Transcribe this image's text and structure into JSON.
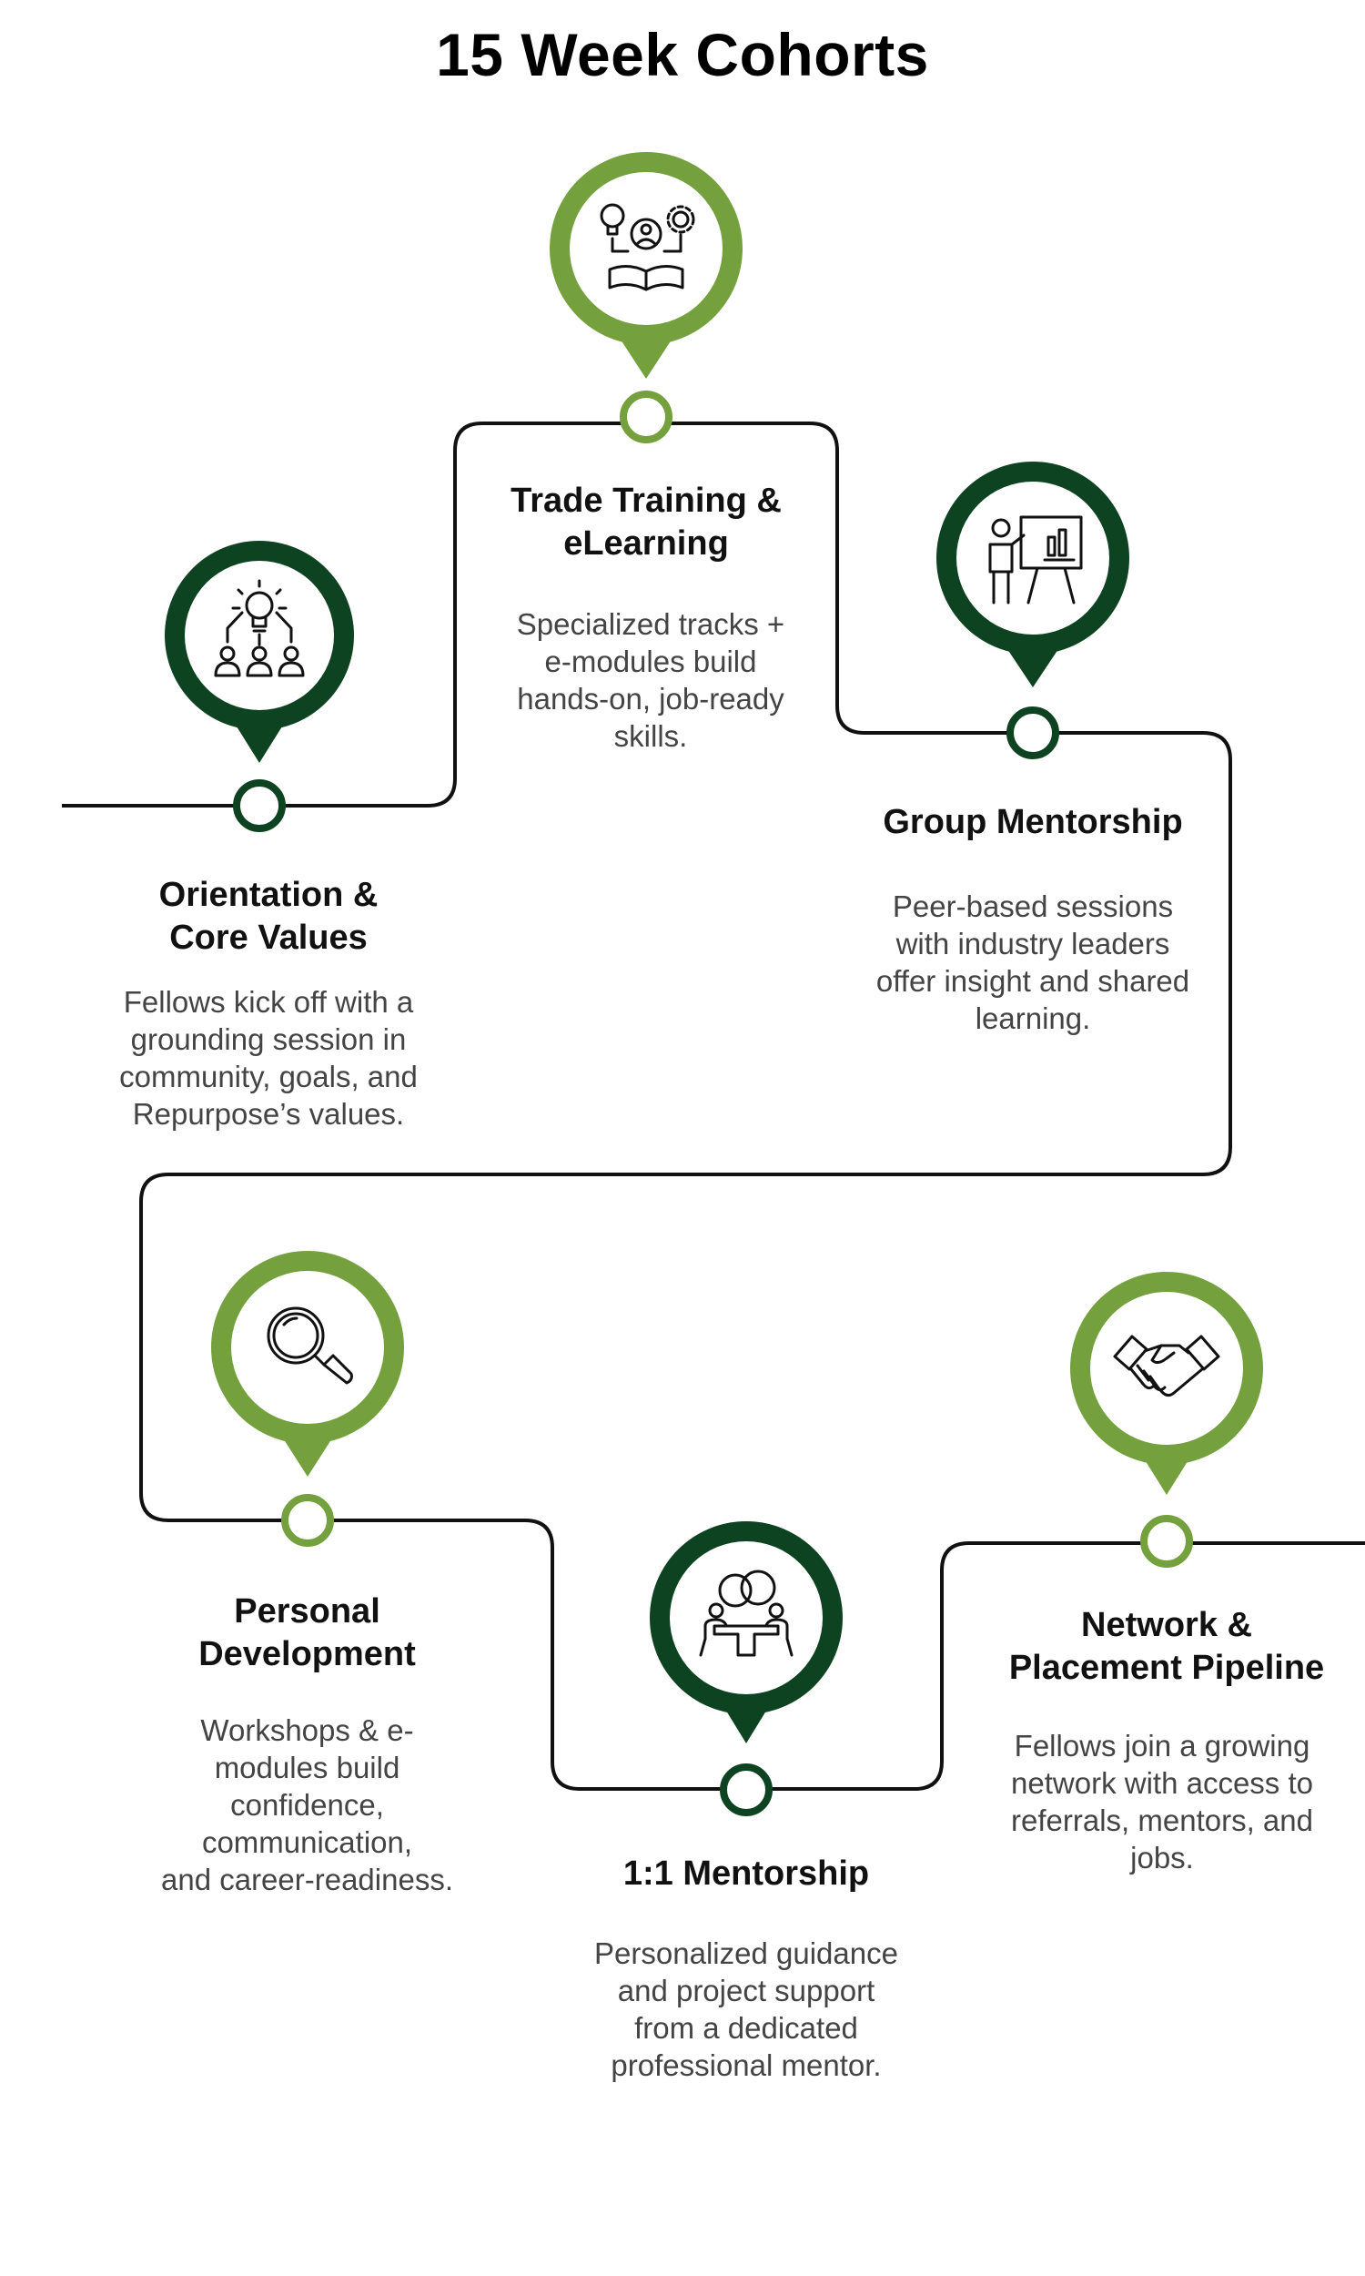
{
  "title": "15 Week Cohorts",
  "colors": {
    "light_green": "#74A03E",
    "dark_green": "#0E4321",
    "path": "#111111"
  },
  "steps": [
    {
      "title_lines": [
        "Orientation &",
        "Core Values"
      ],
      "desc_lines": [
        "Fellows kick off with a",
        "grounding session in",
        "community, goals, and",
        "Repurpose’s values."
      ],
      "icon": "idea-team-icon",
      "pin_color": "dark"
    },
    {
      "title_lines": [
        "Trade Training &",
        "eLearning"
      ],
      "desc_lines": [
        "Specialized tracks +",
        "e-modules build",
        "hands-on, job-ready",
        "skills."
      ],
      "icon": "learning-icon",
      "pin_color": "light"
    },
    {
      "title_lines": [
        "Group Mentorship"
      ],
      "desc_lines": [
        "Peer-based sessions",
        "with industry leaders",
        "offer insight and shared",
        "learning."
      ],
      "icon": "presentation-icon",
      "pin_color": "dark"
    },
    {
      "title_lines": [
        "Personal",
        "Development"
      ],
      "desc_lines": [
        "Workshops & e-",
        "modules build",
        "confidence,",
        "communication,",
        "and career-readiness."
      ],
      "icon": "magnifier-icon",
      "pin_color": "light"
    },
    {
      "title_lines": [
        "1:1 Mentorship"
      ],
      "desc_lines": [
        "Personalized guidance",
        "and project support",
        "from a dedicated",
        "professional mentor."
      ],
      "icon": "meeting-icon",
      "pin_color": "dark"
    },
    {
      "title_lines": [
        "Network &",
        "Placement Pipeline"
      ],
      "desc_lines": [
        "Fellows join a growing",
        "network with access to",
        "referrals, mentors, and",
        "jobs."
      ],
      "icon": "handshake-icon",
      "pin_color": "light"
    }
  ]
}
